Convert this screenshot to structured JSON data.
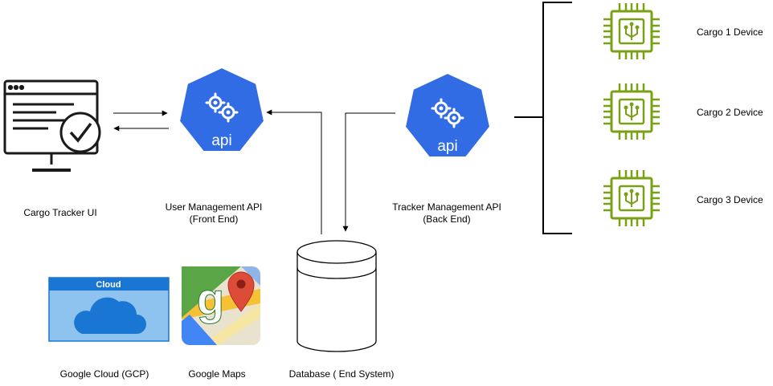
{
  "cargo_tracker_ui": {
    "label": "Cargo Tracker UI"
  },
  "user_api": {
    "icon_text": "api",
    "label_line1": "User Management API",
    "label_line2": "(Front End)"
  },
  "tracker_api": {
    "icon_text": "api",
    "label_line1": "Tracker Management API",
    "label_line2": "(Back End)"
  },
  "devices": [
    {
      "label": "Cargo 1 Device"
    },
    {
      "label": "Cargo 2 Device"
    },
    {
      "label": "Cargo 3 Device"
    }
  ],
  "database": {
    "label": "Database ( End System)"
  },
  "google_cloud": {
    "badge": "Cloud",
    "label": "Google Cloud (GCP)"
  },
  "google_maps": {
    "label": "Google Maps"
  },
  "colors": {
    "api_blue": "#326ce5",
    "chip_green": "#7aa116",
    "cloud_blue": "#1976d2",
    "cloud_panel": "#8fc3ef"
  }
}
